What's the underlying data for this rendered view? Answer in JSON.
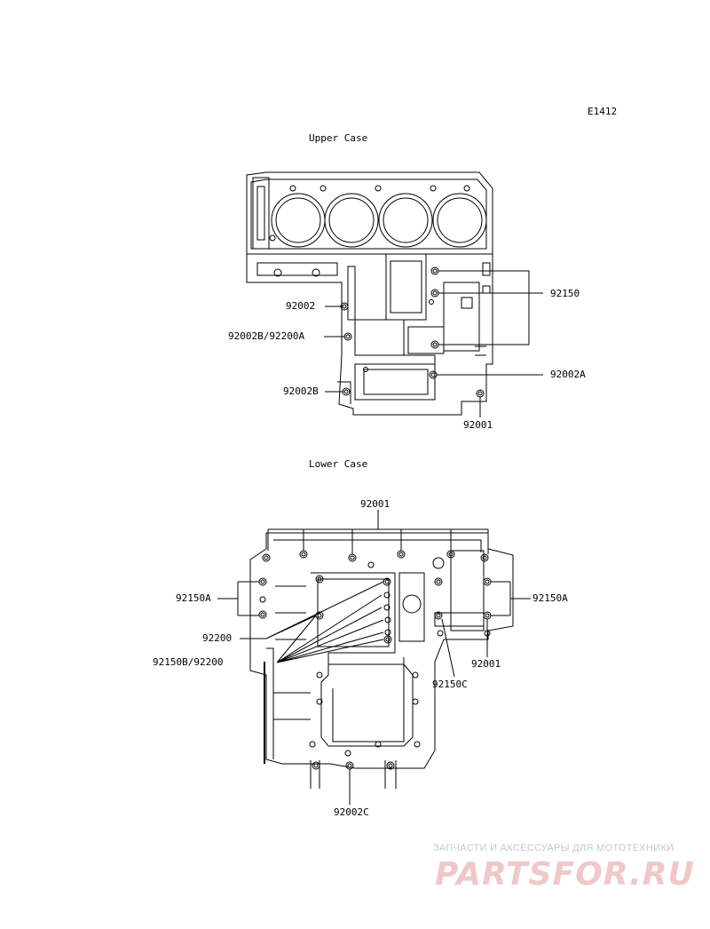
{
  "figure_id": "E1412",
  "sections": {
    "upper": {
      "title": "Upper Case"
    },
    "lower": {
      "title": "Lower Case"
    }
  },
  "labels": {
    "upper": {
      "p92002": "92002",
      "p92002b_92200a": "92002B/92200A",
      "p92002b": "92002B",
      "p92150": "92150",
      "p92002a": "92002A",
      "p92001": "92001"
    },
    "lower": {
      "p92001_top": "92001",
      "p92150a_left": "92150A",
      "p92200": "92200",
      "p92150b_92200": "92150B/92200",
      "p92150a_right": "92150A",
      "p92001_right": "92001",
      "p92150c": "92150C",
      "p92002c": "92002C"
    }
  },
  "watermark": {
    "tagline": "ЗАПЧАСТИ И АКСЕССУАРЫ ДЛЯ МОТОТЕХНИКИ",
    "logo": "PARTSFOR.RU"
  }
}
